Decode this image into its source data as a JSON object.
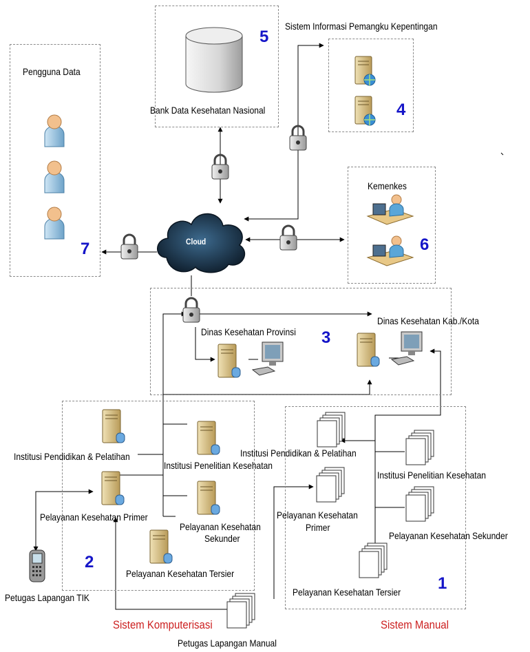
{
  "labels": {
    "pengguna_data": "Pengguna Data",
    "bank_data": "Bank Data Kesehatan Nasional",
    "sistem_informasi": "Sistem Informasi Pemangku Kepentingan",
    "kemenkes": "Kemenkes",
    "cloud": "Cloud",
    "dinas_provinsi": "Dinas Kesehatan Provinsi",
    "dinas_kab": "Dinas Kesehatan Kab./Kota",
    "komp_institusi_pendidikan": "Institusi Pendidikan & Pelatihan",
    "komp_institusi_penelitian": "Institusi Penelitian Kesehatan",
    "komp_pelayanan_primer": "Pelayanan Kesehatan Primer",
    "komp_pelayanan_sekunder_1": "Pelayanan Kesehatan",
    "komp_pelayanan_sekunder_2": "Sekunder",
    "komp_pelayanan_tersier": "Pelayanan Kesehatan Tersier",
    "petugas_tik": "Petugas Lapangan TIK",
    "petugas_manual": "Petugas Lapangan Manual",
    "man_institusi_pendidikan": "Institusi Pendidikan & Pelatihan",
    "man_institusi_penelitian": "Institusi Penelitian Kesehatan",
    "man_pelayanan_primer_1": "Pelayanan Kesehatan",
    "man_pelayanan_primer_2": "Primer",
    "man_pelayanan_sekunder": "Pelayanan Kesehatan Sekunder",
    "man_pelayanan_tersier": "Pelayanan Kesehatan Tersier",
    "sistem_komputerisasi": "Sistem Komputerisasi",
    "sistem_manual": "Sistem Manual"
  },
  "numbers": {
    "n1": "1",
    "n2": "2",
    "n3": "3",
    "n4": "4",
    "n5": "5",
    "n6": "6",
    "n7": "7"
  },
  "colors": {
    "number": "#1515c8",
    "caption": "#cc1f1f",
    "cloud": "#1e3346",
    "border": "#8a8a8a"
  }
}
